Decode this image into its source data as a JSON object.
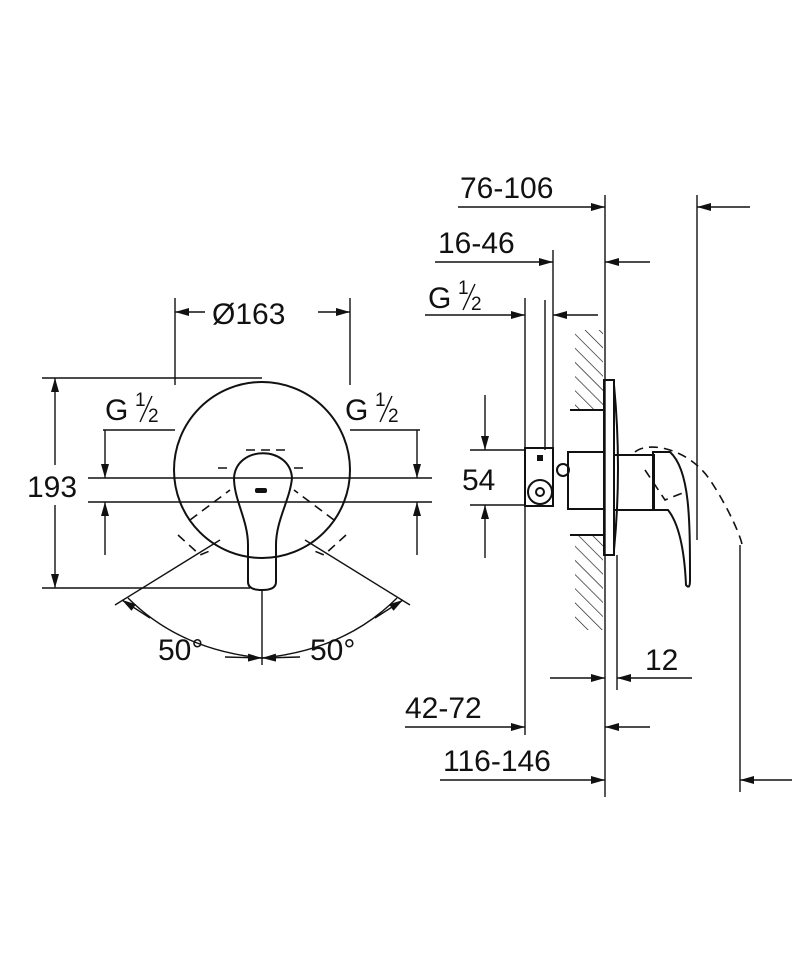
{
  "front_view": {
    "diameter": "Ø163",
    "height": "193",
    "connection_left": {
      "g": "G",
      "num": "1",
      "den": "2"
    },
    "connection_right": {
      "g": "G",
      "num": "1",
      "den": "2"
    },
    "angle_left": "50°",
    "angle_right": "50°"
  },
  "side_view": {
    "depth_total": "76-106",
    "depth_body": "16-46",
    "connection": {
      "g": "G",
      "num": "1",
      "den": "2"
    },
    "connection_spacing": "54",
    "plate": "12",
    "inlet_depth": "42-72",
    "overall": "116-146"
  },
  "colors": {
    "line": "#111111",
    "background": "#ffffff"
  }
}
